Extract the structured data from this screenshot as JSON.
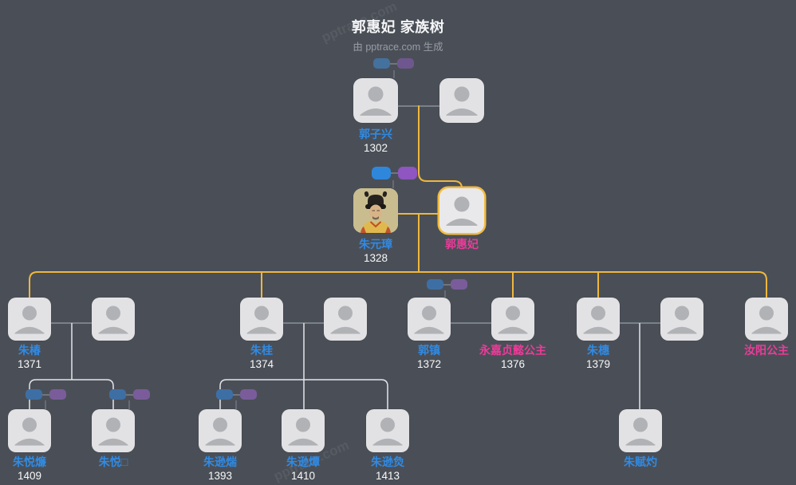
{
  "header": {
    "title": "郭惠妃 家族树",
    "subtitle": "由 pptrace.com 生成"
  },
  "watermark": "pptrace.com",
  "colors": {
    "background": "#4A4F57",
    "card": "#E2E2E4",
    "avatar": "#B0B2B5",
    "male_name": "#2F8BE6",
    "female_name": "#EE3A99",
    "year_text": "#F7F8F9",
    "lineage_line": "#EFB73E",
    "couple_line": "#8A9199",
    "child_line": "#E3E6E9",
    "selected_border": "#F2BC40",
    "toggle_blue": "#3E6FA4",
    "toggle_purple": "#7A5C9B"
  },
  "people": [
    {
      "name": "郭子兴",
      "year": "1302"
    },
    {
      "name": "",
      "year": ""
    },
    {
      "name": "朱元璋",
      "year": "1328"
    },
    {
      "name": "郭惠妃",
      "year": ""
    },
    {
      "name": "朱椿",
      "year": "1371"
    },
    {
      "name": "",
      "year": ""
    },
    {
      "name": "朱桂",
      "year": "1374"
    },
    {
      "name": "",
      "year": ""
    },
    {
      "name": "郭镇",
      "year": "1372"
    },
    {
      "name": "永嘉贞懿公主",
      "year": "1376"
    },
    {
      "name": "朱橞",
      "year": "1379"
    },
    {
      "name": "",
      "year": ""
    },
    {
      "name": "汝阳公主",
      "year": ""
    },
    {
      "name": "朱悦燫",
      "year": "1409"
    },
    {
      "name": "朱悦□",
      "year": ""
    },
    {
      "name": "朱逊煓",
      "year": "1393"
    },
    {
      "name": "朱逊燂",
      "year": "1410"
    },
    {
      "name": "朱逊烉",
      "year": "1413"
    },
    {
      "name": "朱赋灼",
      "year": ""
    }
  ]
}
